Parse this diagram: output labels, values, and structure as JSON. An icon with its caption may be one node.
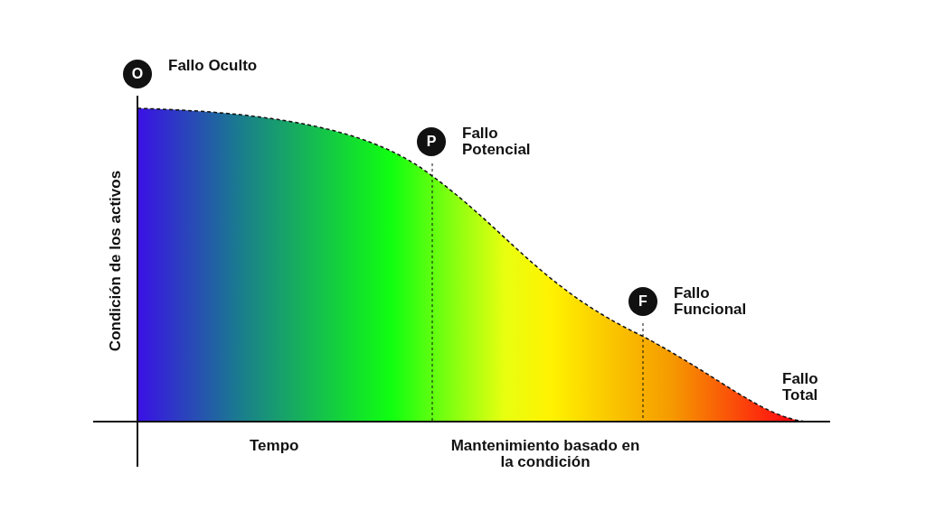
{
  "diagram": {
    "nodes": [
      {
        "text": [
          "O"
        ],
        "beside": [
          "Fallo Oculto"
        ]
      },
      {
        "text": [
          "P"
        ],
        "beside": [
          "Fallo Potencial"
        ]
      },
      {
        "text": [
          "F"
        ],
        "beside": [
          "Fallo Funcional"
        ]
      }
    ],
    "labels": [
      "Fallo Total",
      "Condición de los activos",
      "Tempo",
      "Mantenimiento basado en la condición"
    ]
  }
}
